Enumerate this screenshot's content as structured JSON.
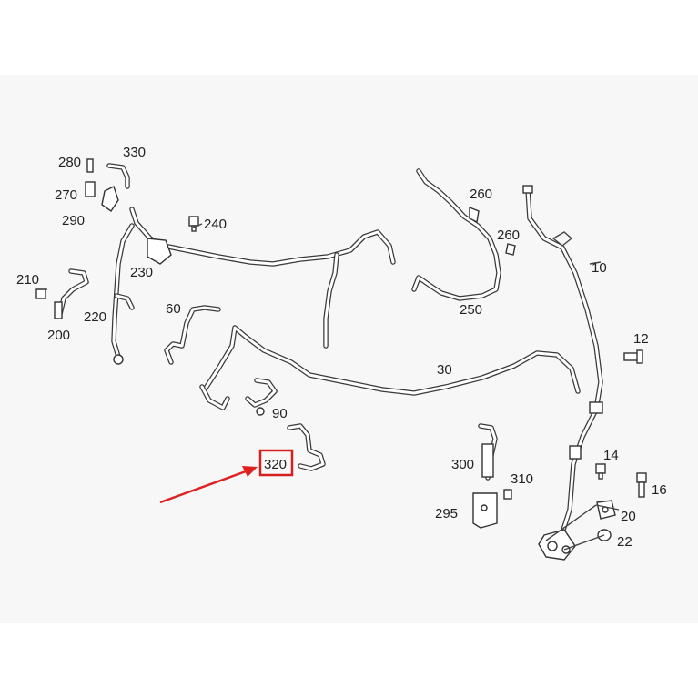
{
  "labels": {
    "l280": "280",
    "l330": "330",
    "l270": "270",
    "l290": "290",
    "l240": "240",
    "l230": "230",
    "l210": "210",
    "l220": "220",
    "l200": "200",
    "l60": "60",
    "l260a": "260",
    "l260b": "260",
    "l250": "250",
    "l10": "10",
    "l12": "12",
    "l30": "30",
    "l90": "90",
    "l320": "320",
    "l300": "300",
    "l310": "310",
    "l295": "295",
    "l14": "14",
    "l16": "16",
    "l20": "20",
    "l22": "22"
  },
  "highlight": {
    "label": "320",
    "box_color": "#d61f1f",
    "arrow_color": "#e02020"
  },
  "colors": {
    "line": "#3a3a3a",
    "panel": "#f7f7f7",
    "background": "#ffffff"
  }
}
